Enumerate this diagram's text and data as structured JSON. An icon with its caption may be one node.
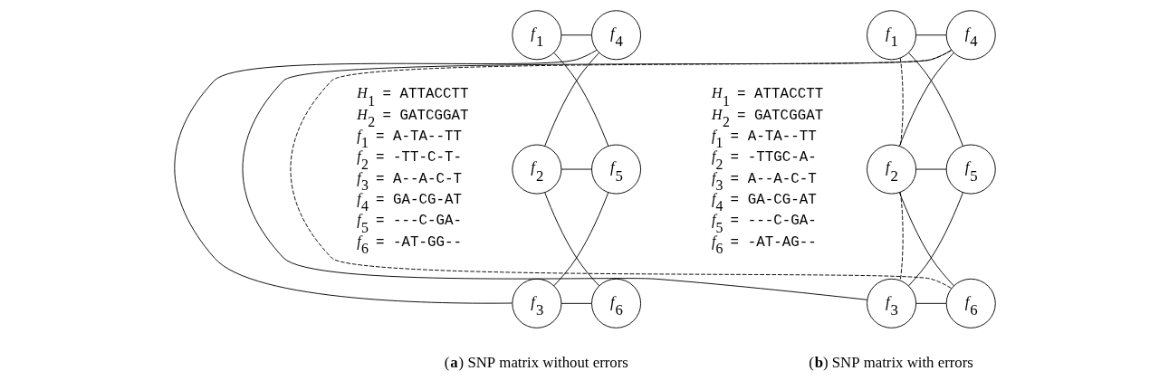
{
  "diagram": {
    "nodes": [
      {
        "text": [
          "*f*$_{1}$"
        ]
      },
      {
        "text": [
          "*f*$_{2}$"
        ]
      },
      {
        "text": [
          "*f*$_{3}$"
        ]
      },
      {
        "text": [
          "*f*$_{4}$"
        ]
      },
      {
        "text": [
          "*f*$_{5}$"
        ]
      },
      {
        "text": [
          "*f*$_{6}$"
        ]
      },
      {
        "text": [
          "*f*$_{1}$"
        ]
      },
      {
        "text": [
          "*f*$_{2}$"
        ]
      },
      {
        "text": [
          "*f*$_{3}$"
        ]
      },
      {
        "text": [
          "*f*$_{4}$"
        ]
      },
      {
        "text": [
          "*f*$_{5}$"
        ]
      },
      {
        "text": [
          "*f*$_{6}$"
        ]
      }
    ],
    "edges": [
      {
        "from": 0,
        "to": 3,
        "arrow": "none"
      },
      {
        "from": 0,
        "to": 4,
        "arrow": "none"
      },
      {
        "from": 1,
        "to": 3,
        "arrow": "none"
      },
      {
        "from": 1,
        "to": 4,
        "arrow": "none"
      },
      {
        "from": 1,
        "to": 5,
        "arrow": "none"
      },
      {
        "from": 2,
        "to": 3,
        "arrow": "none"
      },
      {
        "from": 2,
        "to": 4,
        "arrow": "none"
      },
      {
        "from": 2,
        "to": 5,
        "arrow": "none"
      },
      {
        "from": 6,
        "to": 9,
        "arrow": "none"
      },
      {
        "from": 6,
        "to": 10,
        "arrow": "none"
      },
      {
        "from": 7,
        "to": 9,
        "arrow": "none"
      },
      {
        "from": 7,
        "to": 10,
        "arrow": "none"
      },
      {
        "from": 7,
        "to": 11,
        "arrow": "none"
      },
      {
        "from": 8,
        "to": 9,
        "arrow": "none"
      },
      {
        "from": 8,
        "to": 10,
        "arrow": "none"
      },
      {
        "from": 8,
        "to": 11,
        "arrow": "none"
      },
      {
        "from": 6,
        "to": 7,
        "arrow": "none",
        "style": "dashed"
      },
      {
        "from": 7,
        "to": 8,
        "arrow": "none",
        "style": "dashed"
      },
      {
        "from": 9,
        "to": 11,
        "arrow": "none",
        "style": "dashed"
      }
    ],
    "labels": [
      "*H*$_{1}$ = ATTACCTT",
      "*H*$_{2}$ = GATCGGAT",
      "*f*$_{1}$ = A-TA--TT",
      "*f*$_{2}$ = -TT-C-T-",
      "*f*$_{3}$ = A--A-C-T",
      "*f*$_{4}$ = GA-CG-AT",
      "*f*$_{5}$ = ---C-GA-",
      "*f*$_{6}$ = -AT-GG--",
      "(**a**) SNP matrix without errors",
      "*H*$_{1}$ = ATTACCTT",
      "*H*$_{2}$ = GATCGGAT",
      "*f*$_{1}$ = A-TA--TT",
      "*f*$_{2}$ = -TTGC-A-",
      "*f*$_{3}$ = A--A-C-T",
      "*f*$_{4}$ = GA-CG-AT",
      "*f*$_{5}$ = ---C-GA-",
      "*f*$_{6}$ = -AT-AG--",
      "(**b**) SNP matrix with errors"
    ]
  }
}
